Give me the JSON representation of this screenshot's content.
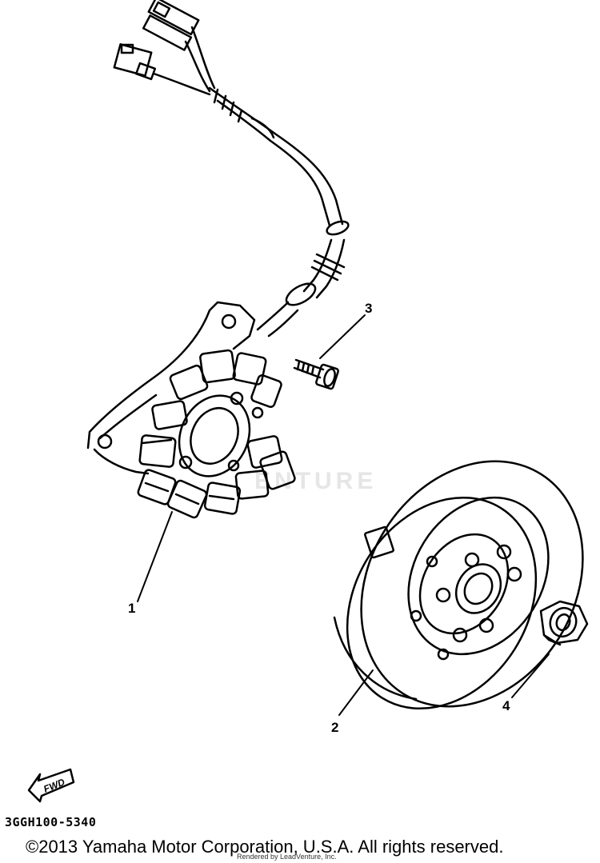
{
  "callouts": {
    "stator": "1",
    "rotor": "2",
    "screw": "3",
    "nut": "4"
  },
  "fwd_label": "FWD",
  "diagram_code": "3GGH100-5340",
  "copyright": "©2013 Yamaha Motor Corporation, U.S.A. All rights reserved.",
  "rendered_by": "Rendered by LeadVenture, Inc.",
  "watermark": "ENTURE"
}
